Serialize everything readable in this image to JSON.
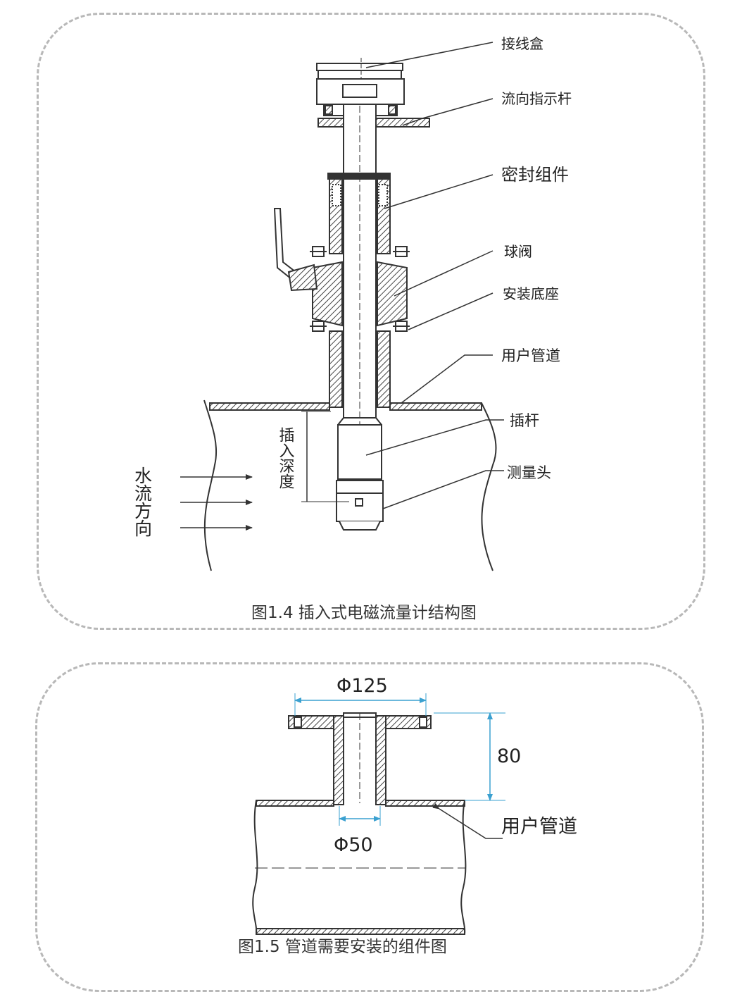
{
  "figure1": {
    "labels": {
      "junction_box": "接线盒",
      "flow_rod": "流向指示杆",
      "seal": "密封组件",
      "ball_valve": "球阀",
      "base": "安装底座",
      "user_pipe": "用户管道",
      "insert_rod": "插杆",
      "probe": "测量头",
      "depth": "插入深度",
      "water_dir": "水流方向"
    },
    "caption": "图1.4  插入式电磁流量计结构图"
  },
  "figure2": {
    "dim_flange": "Φ125",
    "dim_height": "80",
    "dim_bore": "Φ50",
    "user_pipe": "用户管道",
    "caption": "图1.5  管道需要安装的组件图"
  },
  "colors": {
    "line": "#333333",
    "dimension": "#3aa0d0",
    "border": "#b8b8b8"
  }
}
